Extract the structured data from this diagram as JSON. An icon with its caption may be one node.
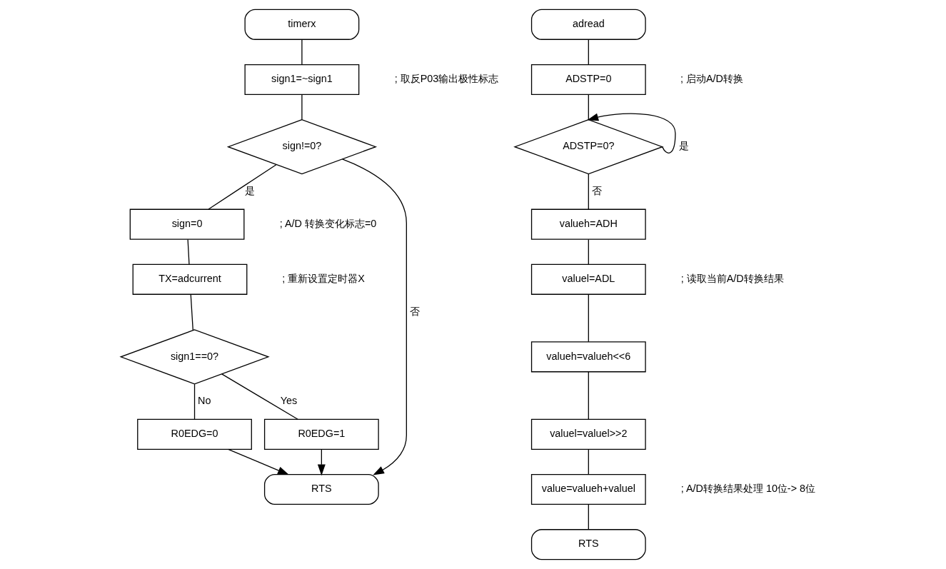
{
  "diagram": {
    "nodes": [
      {
        "text": [
          "timerx"
        ]
      },
      {
        "text": [
          "sign1=~sign1"
        ],
        "beside": [
          "; 取反P03输出极性标志"
        ]
      },
      {
        "text": [
          "sign!=0?"
        ]
      },
      {
        "text": [
          "sign=0"
        ],
        "beside": [
          "; A/D 转换变化标志=0"
        ]
      },
      {
        "text": [
          "TX=adcurrent"
        ],
        "beside": [
          "; 重新设置定时器X"
        ]
      },
      {
        "text": [
          "sign1==0?"
        ]
      },
      {
        "text": [
          "R0EDG=0"
        ]
      },
      {
        "text": [
          "R0EDG=1"
        ]
      },
      {
        "text": [
          "RTS"
        ]
      },
      {
        "text": [
          "adread"
        ]
      },
      {
        "text": [
          "ADSTP=0"
        ],
        "beside": [
          "; 启动A/D转换"
        ]
      },
      {
        "text": [
          "ADSTP=0?"
        ]
      },
      {
        "text": [
          "valueh=ADH"
        ]
      },
      {
        "text": [
          "valuel=ADL"
        ],
        "beside": [
          "; 读取当前A/D转换结果"
        ]
      },
      {
        "text": [
          "valueh=valueh<<6"
        ]
      },
      {
        "text": [
          "valuel=valuel>>2"
        ]
      },
      {
        "text": [
          "value=valueh+valuel"
        ],
        "beside": [
          "; A/D转换结果处理 10位-> 8位"
        ]
      },
      {
        "text": [
          "RTS"
        ]
      }
    ],
    "edges": [
      {
        "from": 0,
        "to": 1,
        "arrow": "none"
      },
      {
        "from": 1,
        "to": 2,
        "arrow": "none"
      },
      {
        "from": 2,
        "to": 3,
        "arrow": "none",
        "label": "是"
      },
      {
        "from": 2,
        "to": 8,
        "arrow": "to",
        "label": "否"
      },
      {
        "from": 3,
        "to": 4,
        "arrow": "none"
      },
      {
        "from": 4,
        "to": 5,
        "arrow": "none"
      },
      {
        "from": 5,
        "to": 6,
        "arrow": "none",
        "label": "No"
      },
      {
        "from": 5,
        "to": 7,
        "arrow": "none",
        "label": "Yes"
      },
      {
        "from": 6,
        "to": 8,
        "arrow": "to"
      },
      {
        "from": 7,
        "to": 8,
        "arrow": "to"
      },
      {
        "from": 9,
        "to": 10,
        "arrow": "none"
      },
      {
        "from": 10,
        "to": 11,
        "arrow": "none"
      },
      {
        "from": 11,
        "to": 11,
        "arrow": "to",
        "label": "是"
      },
      {
        "from": 11,
        "to": 12,
        "arrow": "none",
        "label": "否"
      },
      {
        "from": 12,
        "to": 13,
        "arrow": "none"
      },
      {
        "from": 13,
        "to": 14,
        "arrow": "none"
      },
      {
        "from": 14,
        "to": 15,
        "arrow": "none"
      },
      {
        "from": 15,
        "to": 16,
        "arrow": "none"
      },
      {
        "from": 16,
        "to": 17,
        "arrow": "none"
      }
    ]
  }
}
